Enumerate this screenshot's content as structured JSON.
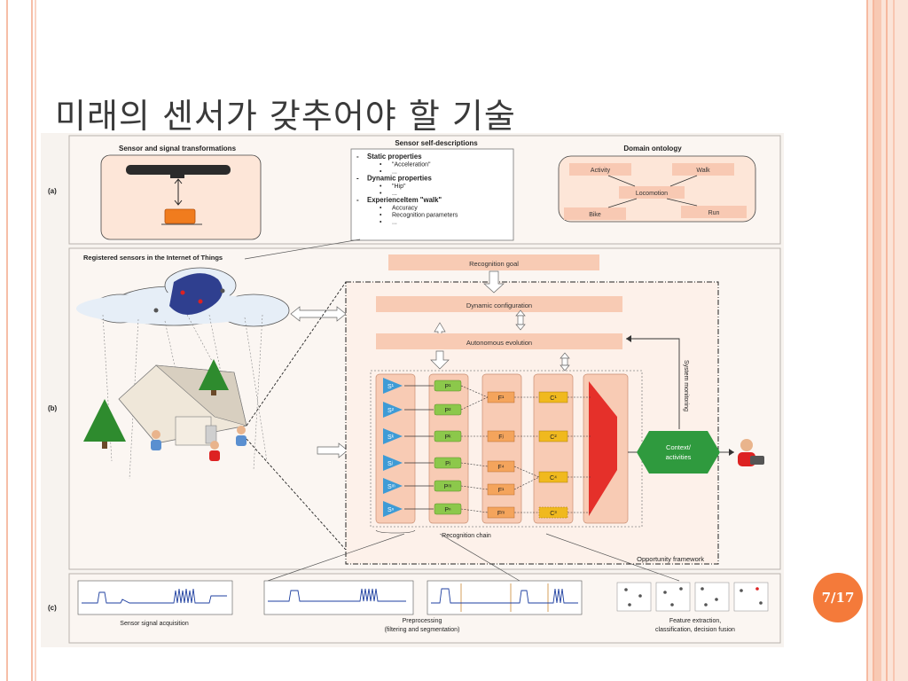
{
  "slide": {
    "title": "미래의 센서가 갖추어야 할 기술",
    "page_number": "7/17"
  },
  "colors": {
    "frame": "#f4a98a",
    "badge": "#f47a3a",
    "block": "#f8cbb4",
    "block_stroke": "#e7a98b",
    "sensor": "#3e9bd6",
    "preproc": "#8cc84b",
    "feature": "#f4a45c",
    "classifier": "#f0b91e",
    "fusion": "#e5302a",
    "context": "#2f9a3e"
  },
  "figure": {
    "row_a": "(a)",
    "row_b": "(b)",
    "row_c": "(c)",
    "sensor_transform_title": "Sensor and signal transformations",
    "self_desc_title": "Sensor self-descriptions",
    "self_desc": [
      {
        "text": "Static properties",
        "bold": true
      },
      {
        "text": "\"Acceleration\"",
        "bold": false
      },
      {
        "text": "...",
        "bold": false
      },
      {
        "text": "Dynamic properties",
        "bold": true
      },
      {
        "text": "\"Hip\"",
        "bold": false
      },
      {
        "text": "...",
        "bold": false
      },
      {
        "text": "ExperienceItem \"walk\"",
        "bold": true
      },
      {
        "text": "Accuracy",
        "bold": false
      },
      {
        "text": "Recognition parameters",
        "bold": false
      },
      {
        "text": "...",
        "bold": false
      }
    ],
    "ontology_title": "Domain ontology",
    "ontology": {
      "activity": "Activity",
      "walk": "Walk",
      "locomotion": "Locomotion",
      "bike": "Bike",
      "run": "Run"
    },
    "registered_title": "Registered sensors in the Internet of Things",
    "recognition_goal": "Recognition goal",
    "dynamic_config": "Dynamic configuration",
    "autonomous_evolution": "Autonomous evolution",
    "system_monitoring": "System monitoring",
    "sensors": [
      "S¹",
      "S²",
      "Sᵏ",
      "Sʲ",
      "Sᵐ",
      "Sⁿ"
    ],
    "preprocs": [
      "P¹",
      "P²",
      "Pᵏ",
      "Pʲ",
      "Pᵐ",
      "Pⁿ"
    ],
    "features": [
      "F¹",
      "Fʲ",
      "F⁴",
      "F¹",
      "Fᵐ"
    ],
    "classifiers": [
      "C¹",
      "C²",
      "C⁴",
      "C³"
    ],
    "context_line1": "Context/",
    "context_line2": "activities",
    "recognition_chain": "Recognition chain",
    "opportunity_framework": "Opportunity framework",
    "acquisition_label": "Sensor signal acquisition",
    "preprocessing_line1": "Preprocessing",
    "preprocessing_line2": "(filtering and segmentation)",
    "feature_line1": "Feature extraction,",
    "feature_line2": "classification, decision fusion"
  }
}
